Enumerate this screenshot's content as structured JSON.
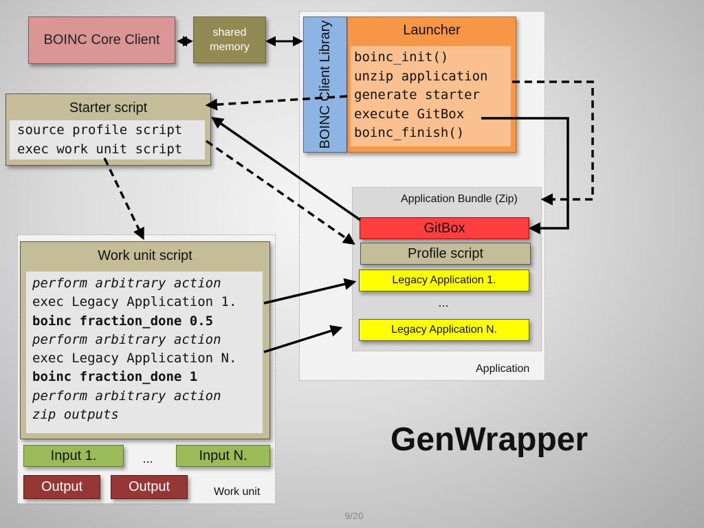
{
  "core_client": {
    "label": "BOINC Core Client"
  },
  "shared_memory": {
    "line1": "shared",
    "line2": "memory"
  },
  "client_library": {
    "label": "BOINC Client Library"
  },
  "launcher": {
    "title": "Launcher",
    "lines": [
      "boinc_init()",
      "unzip application",
      "generate starter",
      "execute GitBox",
      "boinc_finish()"
    ]
  },
  "starter_script": {
    "title": "Starter script",
    "lines": [
      "source profile script",
      "exec work unit script"
    ]
  },
  "application": {
    "label": "Application",
    "bundle_label": "Application Bundle (Zip)",
    "gitbox": "GitBox",
    "profile_script": "Profile script",
    "legacy_1": "Legacy Application 1.",
    "ellipsis": "...",
    "legacy_n": "Legacy Application N."
  },
  "work_unit": {
    "label": "Work unit",
    "script_title": "Work unit script",
    "lines": [
      "perform arbitrary action",
      "exec Legacy Application 1.",
      "boinc fraction_done 0.5",
      "perform arbitrary action",
      "exec Legacy Application N.",
      "boinc fraction_done 1",
      "perform arbitrary action",
      "zip outputs"
    ],
    "input_1": "Input 1.",
    "input_ellipsis": "...",
    "input_n": "Input N.",
    "output_1": "Output",
    "output_2": "Output"
  },
  "footer": {
    "title": "GenWrapper",
    "page": "9/20"
  }
}
